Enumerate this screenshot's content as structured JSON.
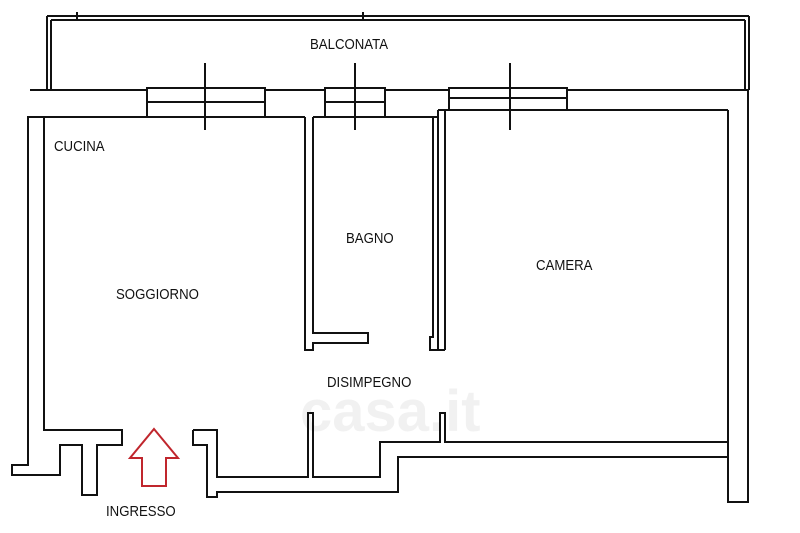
{
  "rooms": {
    "balcony": "BALCONATA",
    "kitchen": "CUCINA",
    "living": "SOGGIORNO",
    "bathroom": "BAGNO",
    "bedroom": "CAMERA",
    "hallway": "DISIMPEGNO",
    "entrance": "INGRESSO"
  },
  "watermark": "casa.it",
  "colors": {
    "wall": "#111111",
    "arrow": "#c0262d"
  }
}
